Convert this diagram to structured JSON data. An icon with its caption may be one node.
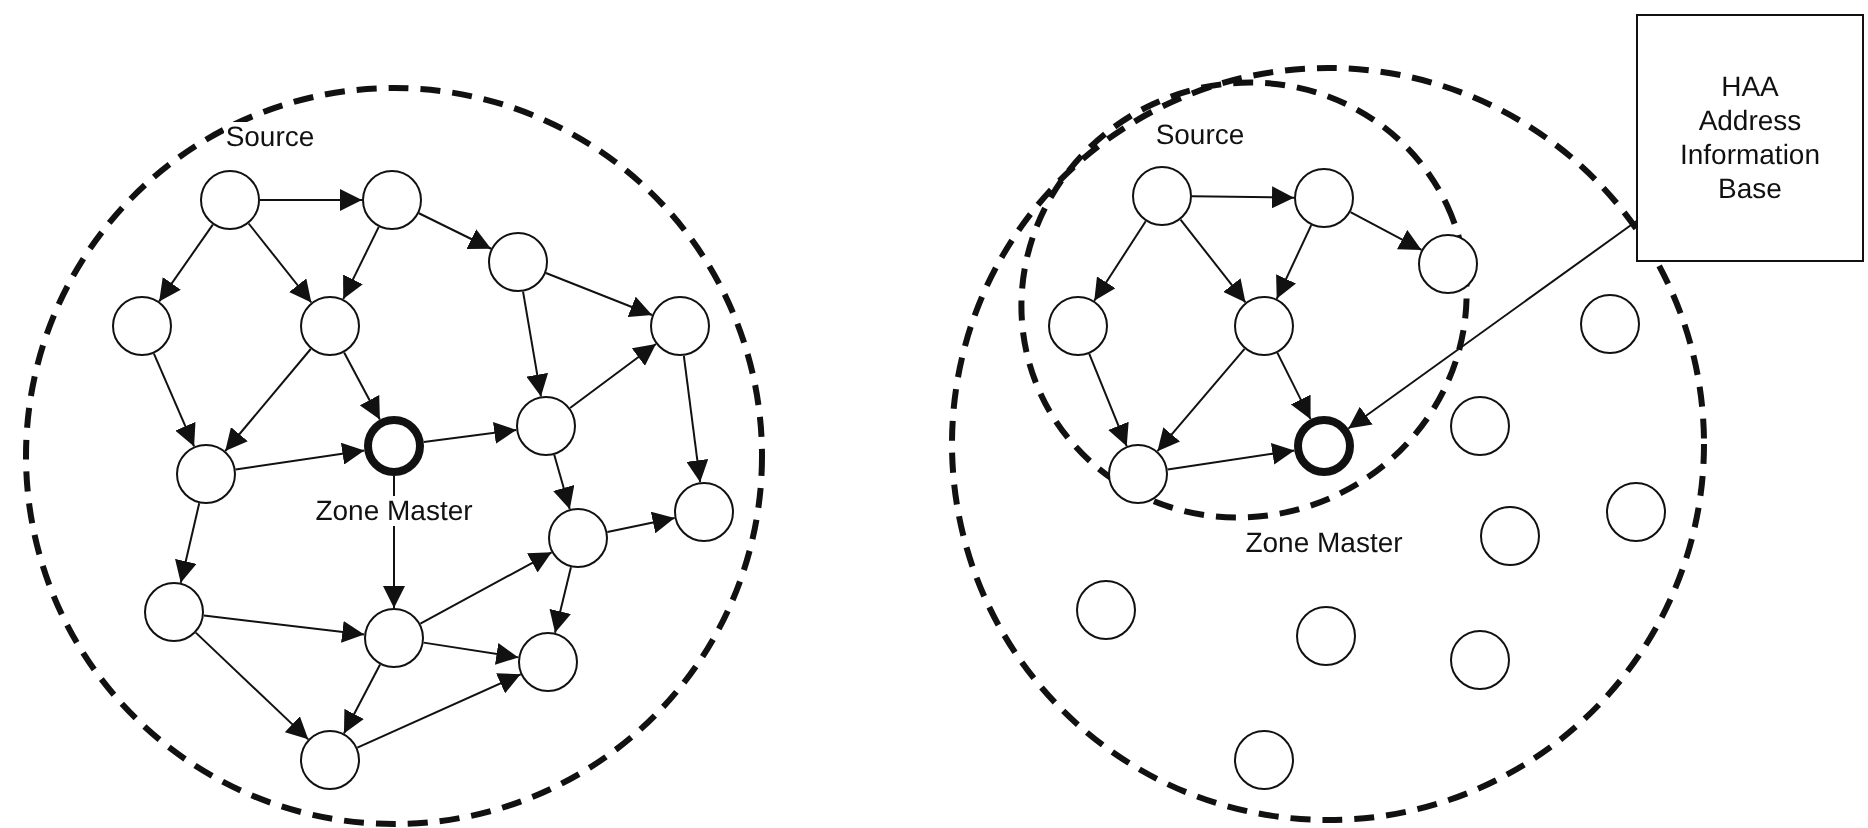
{
  "diagram": {
    "nodes": [
      {
        "text": [
          "Source"
        ]
      },
      {
        "text": [],
        "shape": "circle"
      },
      {
        "text": [],
        "shape": "circle"
      },
      {
        "text": [],
        "shape": "circle"
      },
      {
        "text": [],
        "shape": "circle"
      },
      {
        "text": [],
        "shape": "circle"
      },
      {
        "text": [],
        "shape": "circle"
      },
      {
        "text": [
          "Zone Master"
        ]
      },
      {
        "text": [],
        "shape": "circle"
      },
      {
        "text": [],
        "shape": "circle"
      },
      {
        "text": [],
        "shape": "circle"
      },
      {
        "text": [],
        "shape": "circle"
      },
      {
        "text": [],
        "shape": "circle"
      },
      {
        "text": [],
        "shape": "circle"
      },
      {
        "text": [],
        "shape": "circle"
      },
      {
        "text": [
          "HAA Address Information Base"
        ]
      },
      {
        "text": [
          "Source"
        ]
      },
      {
        "text": [],
        "shape": "circle"
      },
      {
        "text": [],
        "shape": "circle"
      },
      {
        "text": [],
        "shape": "circle"
      },
      {
        "text": [],
        "shape": "circle"
      },
      {
        "text": [
          "Zone Master"
        ]
      },
      {
        "text": [],
        "shape": "circle"
      },
      {
        "text": [],
        "shape": "circle"
      },
      {
        "text": [],
        "shape": "circle"
      },
      {
        "text": [],
        "shape": "circle"
      },
      {
        "text": [],
        "shape": "circle"
      },
      {
        "text": [],
        "shape": "circle"
      },
      {
        "text": [],
        "shape": "circle"
      },
      {
        "text": [],
        "shape": "circle"
      },
      {
        "text": [],
        "shape": "circle"
      }
    ],
    "edges": [
      {
        "from": 0,
        "to": 1,
        "arrow": "to"
      },
      {
        "from": 0,
        "to": 3,
        "arrow": "to"
      },
      {
        "from": 0,
        "to": 4,
        "arrow": "to"
      },
      {
        "from": 1,
        "to": 4,
        "arrow": "to"
      },
      {
        "from": 1,
        "to": 2,
        "arrow": "to"
      },
      {
        "from": 2,
        "to": 6,
        "arrow": "to"
      },
      {
        "from": 2,
        "to": 5,
        "arrow": "to"
      },
      {
        "from": 3,
        "to": 8,
        "arrow": "to"
      },
      {
        "from": 4,
        "to": 8,
        "arrow": "to"
      },
      {
        "from": 4,
        "to": 7,
        "arrow": "to"
      },
      {
        "from": 7,
        "to": 6,
        "arrow": "to"
      },
      {
        "from": 6,
        "to": 5,
        "arrow": "to"
      },
      {
        "from": 5,
        "to": 9,
        "arrow": "to"
      },
      {
        "from": 6,
        "to": 10,
        "arrow": "to"
      },
      {
        "from": 8,
        "to": 7,
        "arrow": "to"
      },
      {
        "from": 8,
        "to": 11,
        "arrow": "to"
      },
      {
        "from": 7,
        "to": 12,
        "arrow": "to"
      },
      {
        "from": 10,
        "to": 9,
        "arrow": "to"
      },
      {
        "from": 12,
        "to": 10,
        "arrow": "to"
      },
      {
        "from": 12,
        "to": 13,
        "arrow": "to"
      },
      {
        "from": 10,
        "to": 13,
        "arrow": "to"
      },
      {
        "from": 11,
        "to": 12,
        "arrow": "to"
      },
      {
        "from": 11,
        "to": 14,
        "arrow": "to"
      },
      {
        "from": 12,
        "to": 14,
        "arrow": "to"
      },
      {
        "from": 14,
        "to": 13,
        "arrow": "to"
      },
      {
        "from": 16,
        "to": 17,
        "arrow": "to"
      },
      {
        "from": 16,
        "to": 19,
        "arrow": "to"
      },
      {
        "from": 16,
        "to": 20,
        "arrow": "to"
      },
      {
        "from": 17,
        "to": 20,
        "arrow": "to"
      },
      {
        "from": 17,
        "to": 18,
        "arrow": "to"
      },
      {
        "from": 19,
        "to": 22,
        "arrow": "to"
      },
      {
        "from": 20,
        "to": 22,
        "arrow": "to"
      },
      {
        "from": 20,
        "to": 21,
        "arrow": "to"
      },
      {
        "from": 22,
        "to": 21,
        "arrow": "to"
      },
      {
        "from": 15,
        "to": 21,
        "arrow": "to"
      }
    ]
  }
}
